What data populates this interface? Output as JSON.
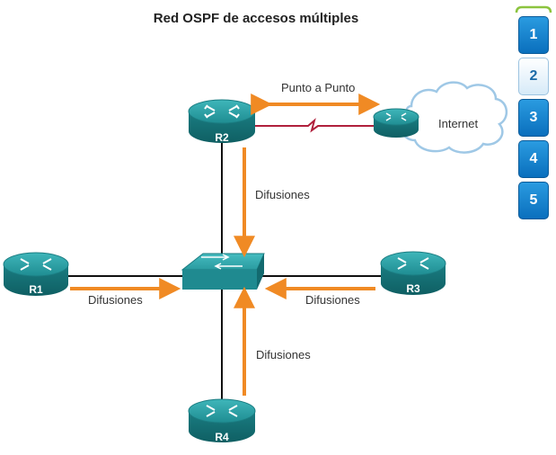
{
  "title": "Red OSPF de accesos múltiples",
  "colors": {
    "arrow": "#f08a24",
    "router": "#1a8a8f",
    "switch": "#1f8a90",
    "link": "#111111",
    "serial": "#b0203c",
    "cloud_stroke": "#9fc8e6",
    "step_active": "#1b6aa8"
  },
  "routers": {
    "r1": "R1",
    "r2": "R2",
    "r3": "R3",
    "r4": "R4"
  },
  "labels": {
    "point_to_point": "Punto a Punto",
    "internet": "Internet",
    "broadcast_r2": "Difusiones",
    "broadcast_r1": "Difusiones",
    "broadcast_r3": "Difusiones",
    "broadcast_r4": "Difusiones"
  },
  "icons": {
    "router": "router-icon",
    "switch": "switch-icon",
    "cloud": "cloud-icon"
  },
  "nav": {
    "steps": [
      "1",
      "2",
      "3",
      "4",
      "5"
    ],
    "active_step": "2"
  }
}
